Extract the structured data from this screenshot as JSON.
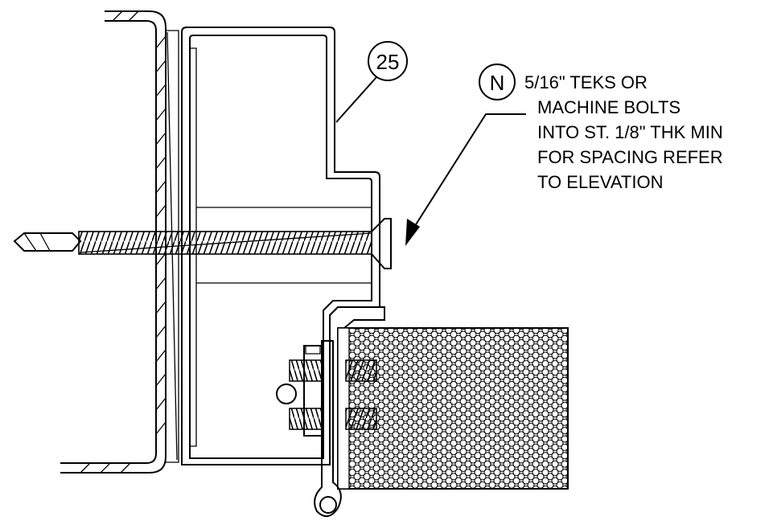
{
  "callouts": {
    "part_number": "25",
    "note_marker": "N"
  },
  "note": {
    "lines": [
      "5/16\" TEKS OR",
      "MACHINE BOLTS",
      "INTO ST. 1/8\" THK MIN",
      "FOR SPACING REFER",
      "TO ELEVATION"
    ]
  },
  "colors": {
    "line": "#000000",
    "background": "#ffffff"
  }
}
